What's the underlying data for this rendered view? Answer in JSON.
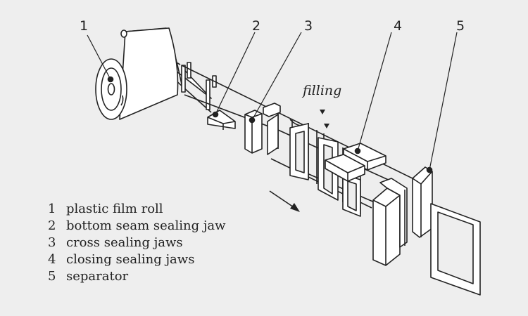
{
  "callouts": [
    "1",
    "2",
    "3",
    "4",
    "5"
  ],
  "annotation": "filling",
  "legend": [
    {
      "num": "1",
      "label": "plastic film roll"
    },
    {
      "num": "2",
      "label": "bottom seam sealing jaw"
    },
    {
      "num": "3",
      "label": "cross sealing jaws"
    },
    {
      "num": "4",
      "label": "closing sealing jaws"
    },
    {
      "num": "5",
      "label": "separator"
    }
  ],
  "colors": {
    "background": "#eeeeee",
    "line": "#222222",
    "fill": "#ffffff"
  }
}
